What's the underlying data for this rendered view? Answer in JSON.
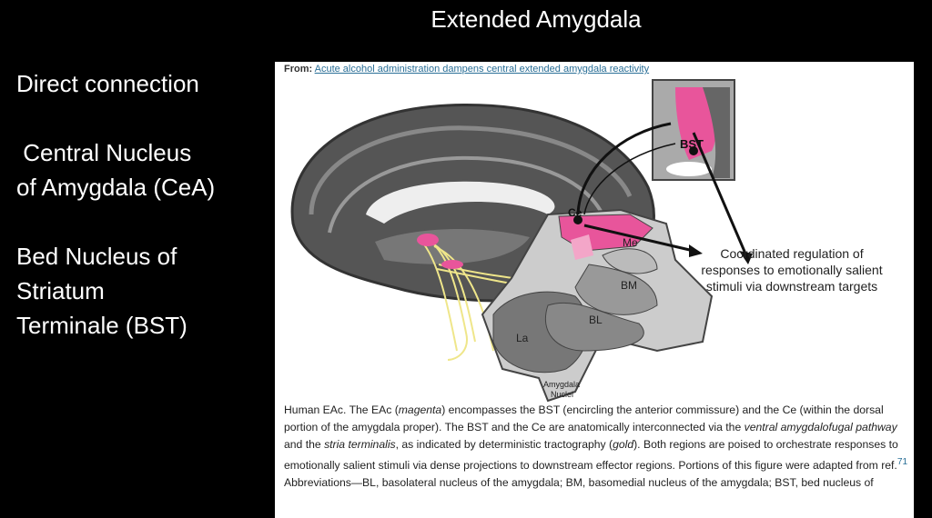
{
  "slide": {
    "title": "Extended Amygdala",
    "left_text": {
      "line1": "Direct connection",
      "line2": " Central Nucleus",
      "line3": "of Amygdala (CeA)",
      "line4": "Bed Nucleus of",
      "line5": "Striatum",
      "line6": "Terminale (BST)"
    }
  },
  "figure": {
    "from_label": "From:",
    "from_link": "Acute alcohol administration dampens central extended amygdala reactivity",
    "labels": {
      "bst": "BST",
      "ce": "Ce",
      "me": "Me",
      "bm": "BM",
      "bl": "BL",
      "la": "La",
      "amyg1": "Amygdala",
      "amyg2": "Nuclei"
    },
    "annotation": {
      "l1": "Coordinated regulation of",
      "l2": "responses to emotionally salient",
      "l3": "stimuli via downstream targets"
    },
    "caption": {
      "s1": "Human EAc. The EAc (",
      "s1i": "magenta",
      "s1b": ") encompasses the BST (encircling the anterior commissure) and the Ce (within the dorsal portion of the amygdala proper). The BST and the Ce are anatomically interconnected via the ",
      "s2i": "ventral amygdalofugal pathway",
      "s3": " and the ",
      "s3i": "stria terminalis",
      "s4": ", as indicated by deterministic tractography (",
      "s4i": "gold",
      "s5": "). Both regions are poised to orchestrate responses to emotionally salient stimuli via dense projections to downstream effector regions. Portions of this figure were adapted from ref.",
      "ref": "71",
      "s6": " Abbreviations—BL, basolateral nucleus of the amygdala; BM, basomedial nucleus of the amygdala; BST, bed nucleus of"
    },
    "colors": {
      "magenta": "#e8559b",
      "gold": "#efe68a",
      "gray": "#7a7a7a"
    }
  }
}
